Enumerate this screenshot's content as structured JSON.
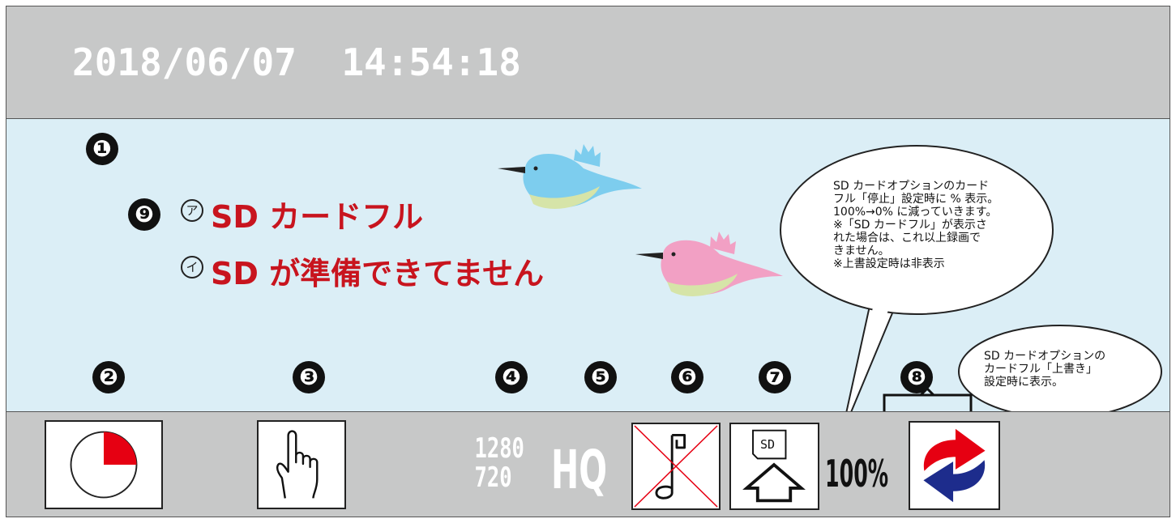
{
  "header": {
    "datetime": "2018/06/07  14:54:18"
  },
  "markers": [
    "❶",
    "❷",
    "❸",
    "❹",
    "❺",
    "❻",
    "❼",
    "❽",
    "❾"
  ],
  "messages": [
    {
      "symbol": "ア",
      "text": "SD カードフル"
    },
    {
      "symbol": "イ",
      "text": "SD が準備できてません"
    }
  ],
  "status": {
    "resolution_width": "1280",
    "resolution_height": "720",
    "quality": "HQ",
    "sd_capacity": "100%",
    "sd_icon_label": "SD"
  },
  "callouts": {
    "stop_note": "SD カードオプションのカード\nフル「停止」設定時に % 表示。\n100%→0% に減っていきます。\n※「SD カードフル」が表示さ\nれた場合は、これ以上録画で\nきません。\n※上書設定時は非表示",
    "overwrite_note": "SD カードオプションの\nカードフル「上書き」\n設定時に表示。"
  },
  "colors": {
    "bar_gray": "#c7c8c8",
    "screen_bg": "#dbeef6",
    "alert_red": "#c8141e",
    "timer_red": "#e60012",
    "overwrite_blue": "#1d2c8c",
    "bird_blue": "#7dcdee",
    "bird_pink": "#f2a0c4",
    "bird_belly": "#d6e4a8"
  },
  "icons": [
    "timer-icon",
    "touch-hand-icon",
    "audio-off-icon",
    "sd-card-upload-icon",
    "overwrite-icon",
    "bird-blue-icon",
    "bird-pink-icon"
  ]
}
